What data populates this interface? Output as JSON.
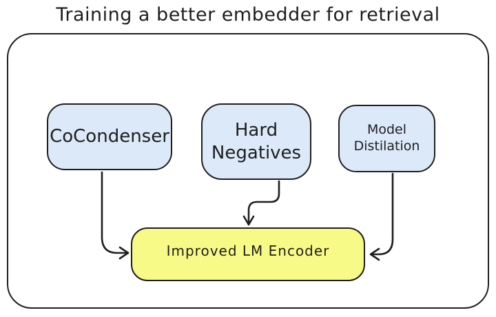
{
  "title": "Training a better embedder for retrieval",
  "colors": {
    "stroke": "#1e1e1e",
    "background": "#ffffff",
    "node_blue_fill": "#dbe9f8",
    "node_yellow_fill": "#f8fa87"
  },
  "nodes": {
    "cocondenser": {
      "label": "CoCondenser",
      "fill": "node_blue_fill"
    },
    "hard_negatives": {
      "label_line1": "Hard",
      "label_line2": "Negatives",
      "fill": "node_blue_fill"
    },
    "model_distilation": {
      "label_line1": "Model",
      "label_line2": "Distilation",
      "fill": "node_blue_fill"
    },
    "improved_lm_encoder": {
      "label": "Improved LM Encoder",
      "fill": "node_yellow_fill"
    }
  },
  "edges": [
    {
      "from": "cocondenser",
      "to": "improved_lm_encoder"
    },
    {
      "from": "hard_negatives",
      "to": "improved_lm_encoder"
    },
    {
      "from": "model_distilation",
      "to": "improved_lm_encoder"
    }
  ]
}
